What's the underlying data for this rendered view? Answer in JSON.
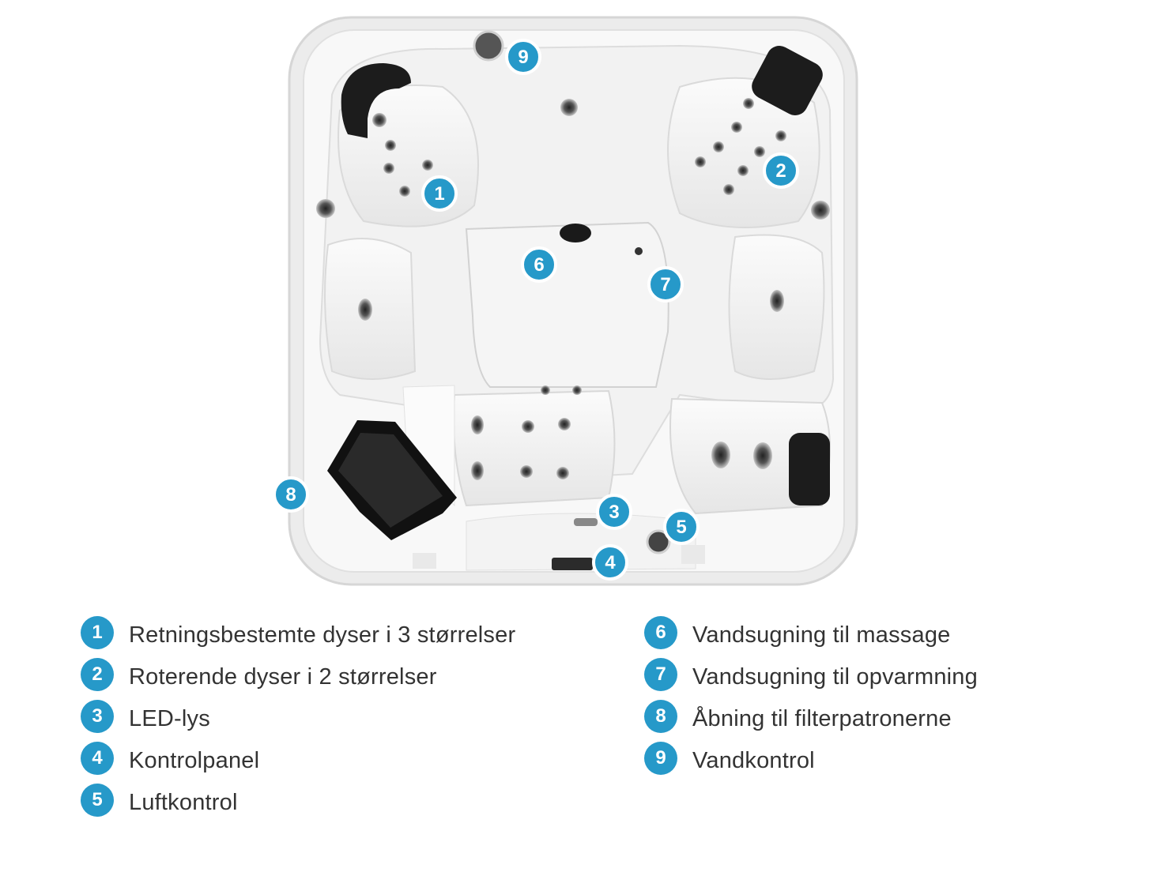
{
  "colors": {
    "accent": "#2699c9",
    "shell": "#ededed",
    "shell_inner": "#f7f7f7",
    "pillow": "#1c1c1c",
    "text": "#333333"
  },
  "markers": [
    "1",
    "2",
    "3",
    "4",
    "5",
    "6",
    "7",
    "8",
    "9"
  ],
  "legend": {
    "left": [
      {
        "num": "1",
        "text": "Retningsbestemte dyser i 3 størrelser"
      },
      {
        "num": "2",
        "text": "Roterende dyser i 2 størrelser"
      },
      {
        "num": "3",
        "text": "LED-lys"
      },
      {
        "num": "4",
        "text": "Kontrolpanel"
      },
      {
        "num": "5",
        "text": "Luftkontrol"
      }
    ],
    "right": [
      {
        "num": "6",
        "text": "Vandsugning til massage"
      },
      {
        "num": "7",
        "text": "Vandsugning til opvarmning"
      },
      {
        "num": "8",
        "text": "Åbning til filterpatronerne"
      },
      {
        "num": "9",
        "text": "Vandkontrol"
      }
    ]
  }
}
